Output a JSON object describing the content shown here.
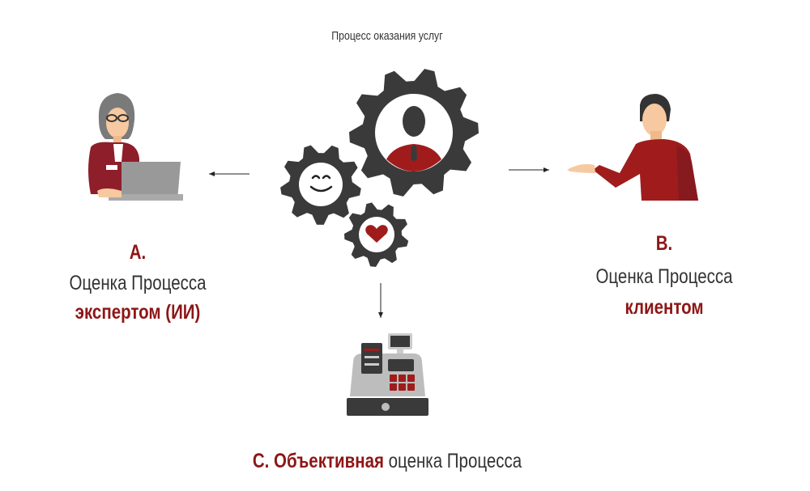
{
  "title": "Процесс оказания услуг",
  "colors": {
    "accent": "#8e1616",
    "gear": "#3a3a3a",
    "text": "#333333"
  },
  "a": {
    "letter": "А.",
    "line1": "Оценка Процесса",
    "line2": "экспертом (ИИ)"
  },
  "b": {
    "letter": "В.",
    "line1": "Оценка Процесса",
    "line2": "клиентом"
  },
  "c": {
    "bold": "С. Объективная",
    "rest": " оценка Процесса"
  },
  "icons": [
    "expert-woman-laptop",
    "gears-process",
    "client-man-pointing",
    "cash-register"
  ]
}
